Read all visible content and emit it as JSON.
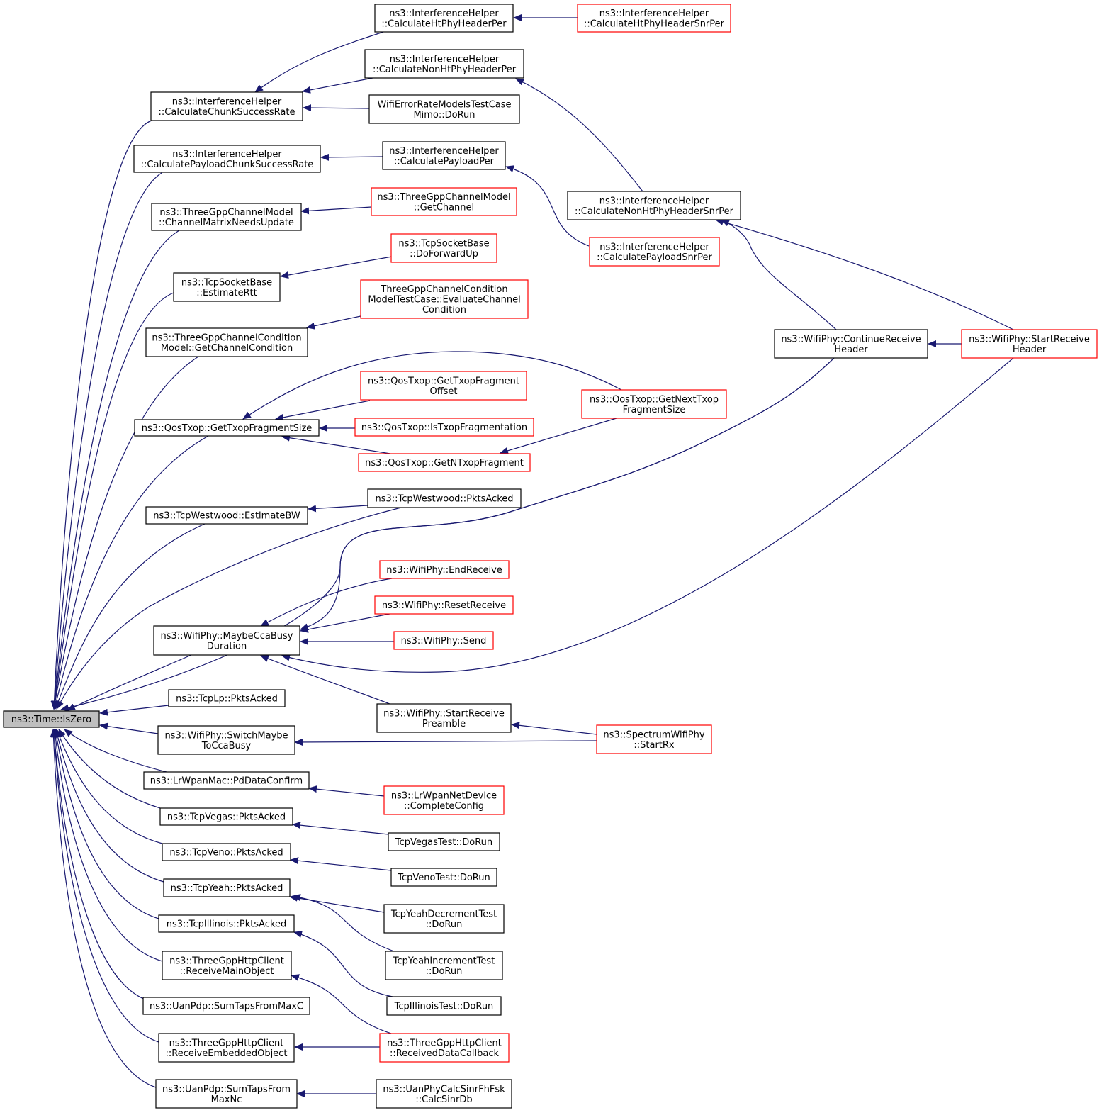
{
  "colors": {
    "edge": "#191970",
    "node_border": "#000000",
    "node_border_truncated": "#ff0000",
    "root_fill": "#bfbfbf",
    "node_fill": "#ffffff",
    "text": "#000000"
  },
  "nodes": [
    {
      "id": "root",
      "lines": [
        "ns3::Time::IsZero"
      ],
      "style": "root"
    },
    {
      "id": "calc_chunk",
      "lines": [
        "ns3::InterferenceHelper",
        "::CalculateChunkSuccessRate"
      ],
      "style": "normal"
    },
    {
      "id": "calc_payload_chunk",
      "lines": [
        "ns3::InterferenceHelper",
        "::CalculatePayloadChunkSuccessRate"
      ],
      "style": "normal"
    },
    {
      "id": "chan_matrix",
      "lines": [
        "ns3::ThreeGppChannelModel",
        "::ChannelMatrixNeedsUpdate"
      ],
      "style": "normal"
    },
    {
      "id": "estimate_rtt",
      "lines": [
        "ns3::TcpSocketBase",
        "::EstimateRtt"
      ],
      "style": "normal"
    },
    {
      "id": "get_chan_cond",
      "lines": [
        "ns3::ThreeGppChannelCondition",
        "Model::GetChannelCondition"
      ],
      "style": "normal"
    },
    {
      "id": "get_txop_frag_size",
      "lines": [
        "ns3::QosTxop::GetTxopFragmentSize"
      ],
      "style": "normal"
    },
    {
      "id": "westwood_estbw",
      "lines": [
        "ns3::TcpWestwood::EstimateBW"
      ],
      "style": "normal"
    },
    {
      "id": "maybe_cca",
      "lines": [
        "ns3::WifiPhy::MaybeCcaBusy",
        "Duration"
      ],
      "style": "normal"
    },
    {
      "id": "tcplp",
      "lines": [
        "ns3::TcpLp::PktsAcked"
      ],
      "style": "normal"
    },
    {
      "id": "switch_maybe",
      "lines": [
        "ns3::WifiPhy::SwitchMaybe",
        "ToCcaBusy"
      ],
      "style": "normal"
    },
    {
      "id": "lrwpan_pd",
      "lines": [
        "ns3::LrWpanMac::PdDataConfirm"
      ],
      "style": "normal"
    },
    {
      "id": "vegas",
      "lines": [
        "ns3::TcpVegas::PktsAcked"
      ],
      "style": "normal"
    },
    {
      "id": "veno",
      "lines": [
        "ns3::TcpVeno::PktsAcked"
      ],
      "style": "normal"
    },
    {
      "id": "yeah",
      "lines": [
        "ns3::TcpYeah::PktsAcked"
      ],
      "style": "normal"
    },
    {
      "id": "illinois",
      "lines": [
        "ns3::TcpIllinois::PktsAcked"
      ],
      "style": "normal"
    },
    {
      "id": "http_main",
      "lines": [
        "ns3::ThreeGppHttpClient",
        "::ReceiveMainObject"
      ],
      "style": "normal"
    },
    {
      "id": "uan_sumtaps",
      "lines": [
        "ns3::UanPdp::SumTapsFromMaxC"
      ],
      "style": "normal"
    },
    {
      "id": "http_embedded",
      "lines": [
        "ns3::ThreeGppHttpClient",
        "::ReceiveEmbeddedObject"
      ],
      "style": "normal"
    },
    {
      "id": "uan_sumtaps_nc",
      "lines": [
        "ns3::UanPdp::SumTapsFrom",
        "MaxNc"
      ],
      "style": "normal"
    },
    {
      "id": "calc_ht_per",
      "lines": [
        "ns3::InterferenceHelper",
        "::CalculateHtPhyHeaderPer"
      ],
      "style": "normal"
    },
    {
      "id": "calc_nonht_per",
      "lines": [
        "ns3::InterferenceHelper",
        "::CalculateNonHtPhyHeaderPer"
      ],
      "style": "normal"
    },
    {
      "id": "wifi_err_mimo",
      "lines": [
        "WifiErrorRateModelsTestCase",
        "Mimo::DoRun"
      ],
      "style": "normal"
    },
    {
      "id": "calc_payload_per",
      "lines": [
        "ns3::InterferenceHelper",
        "::CalculatePayloadPer"
      ],
      "style": "normal"
    },
    {
      "id": "get_channel",
      "lines": [
        "ns3::ThreeGppChannelModel",
        "::GetChannel"
      ],
      "style": "truncated"
    },
    {
      "id": "do_forward_up",
      "lines": [
        "ns3::TcpSocketBase",
        "::DoForwardUp"
      ],
      "style": "truncated"
    },
    {
      "id": "eval_chan_cond",
      "lines": [
        "ThreeGppChannelCondition",
        "ModelTestCase::EvaluateChannel",
        "Condition"
      ],
      "style": "truncated"
    },
    {
      "id": "get_txop_frag_offset",
      "lines": [
        "ns3::QosTxop::GetTxopFragment",
        "Offset"
      ],
      "style": "truncated"
    },
    {
      "id": "is_txop_frag",
      "lines": [
        "ns3::QosTxop::IsTxopFragmentation"
      ],
      "style": "truncated"
    },
    {
      "id": "get_n_txop_frag",
      "lines": [
        "ns3::QosTxop::GetNTxopFragment"
      ],
      "style": "truncated"
    },
    {
      "id": "westwood_pkts",
      "lines": [
        "ns3::TcpWestwood::PktsAcked"
      ],
      "style": "normal"
    },
    {
      "id": "end_receive",
      "lines": [
        "ns3::WifiPhy::EndReceive"
      ],
      "style": "truncated"
    },
    {
      "id": "reset_receive",
      "lines": [
        "ns3::WifiPhy::ResetReceive"
      ],
      "style": "truncated"
    },
    {
      "id": "wifi_send",
      "lines": [
        "ns3::WifiPhy::Send"
      ],
      "style": "truncated"
    },
    {
      "id": "start_rx_preamble",
      "lines": [
        "ns3::WifiPhy::StartReceive",
        "Preamble"
      ],
      "style": "normal"
    },
    {
      "id": "lrwpan_complete",
      "lines": [
        "ns3::LrWpanNetDevice",
        "::CompleteConfig"
      ],
      "style": "truncated"
    },
    {
      "id": "vegas_test",
      "lines": [
        "TcpVegasTest::DoRun"
      ],
      "style": "normal"
    },
    {
      "id": "veno_test",
      "lines": [
        "TcpVenoTest::DoRun"
      ],
      "style": "normal"
    },
    {
      "id": "yeah_dec",
      "lines": [
        "TcpYeahDecrementTest",
        "::DoRun"
      ],
      "style": "normal"
    },
    {
      "id": "yeah_inc",
      "lines": [
        "TcpYeahIncrementTest",
        "::DoRun"
      ],
      "style": "normal"
    },
    {
      "id": "illinois_test",
      "lines": [
        "TcpIllinoisTest::DoRun"
      ],
      "style": "normal"
    },
    {
      "id": "http_data_cb",
      "lines": [
        "ns3::ThreeGppHttpClient",
        "::ReceivedDataCallback"
      ],
      "style": "truncated"
    },
    {
      "id": "uan_calc_sinr",
      "lines": [
        "ns3::UanPhyCalcSinrFhFsk",
        "::CalcSinrDb"
      ],
      "style": "normal"
    },
    {
      "id": "calc_ht_snr",
      "lines": [
        "ns3::InterferenceHelper",
        "::CalculateHtPhyHeaderSnrPer"
      ],
      "style": "truncated"
    },
    {
      "id": "calc_nonht_snr",
      "lines": [
        "ns3::InterferenceHelper",
        "::CalculateNonHtPhyHeaderSnrPer"
      ],
      "style": "normal"
    },
    {
      "id": "calc_payload_snr",
      "lines": [
        "ns3::InterferenceHelper",
        "::CalculatePayloadSnrPer"
      ],
      "style": "truncated"
    },
    {
      "id": "get_next_txop",
      "lines": [
        "ns3::QosTxop::GetNextTxop",
        "FragmentSize"
      ],
      "style": "truncated"
    },
    {
      "id": "spectrum_startrx",
      "lines": [
        "ns3::SpectrumWifiPhy",
        "::StartRx"
      ],
      "style": "truncated"
    },
    {
      "id": "continue_rx",
      "lines": [
        "ns3::WifiPhy::ContinueReceive",
        "Header"
      ],
      "style": "normal"
    },
    {
      "id": "start_rx_header",
      "lines": [
        "ns3::WifiPhy::StartReceive",
        "Header"
      ],
      "style": "truncated"
    }
  ],
  "edges": [
    {
      "from": "calc_chunk",
      "to": "root"
    },
    {
      "from": "calc_payload_chunk",
      "to": "root"
    },
    {
      "from": "chan_matrix",
      "to": "root"
    },
    {
      "from": "estimate_rtt",
      "to": "root"
    },
    {
      "from": "get_chan_cond",
      "to": "root"
    },
    {
      "from": "get_txop_frag_size",
      "to": "root"
    },
    {
      "from": "westwood_estbw",
      "to": "root"
    },
    {
      "from": "westwood_pkts",
      "to": "root"
    },
    {
      "from": "continue_rx",
      "to": "root"
    },
    {
      "from": "maybe_cca",
      "to": "root"
    },
    {
      "from": "tcplp",
      "to": "root"
    },
    {
      "from": "switch_maybe",
      "to": "root"
    },
    {
      "from": "lrwpan_pd",
      "to": "root"
    },
    {
      "from": "vegas",
      "to": "root"
    },
    {
      "from": "veno",
      "to": "root"
    },
    {
      "from": "yeah",
      "to": "root"
    },
    {
      "from": "illinois",
      "to": "root"
    },
    {
      "from": "http_main",
      "to": "root"
    },
    {
      "from": "uan_sumtaps",
      "to": "root"
    },
    {
      "from": "http_embedded",
      "to": "root"
    },
    {
      "from": "uan_sumtaps_nc",
      "to": "root"
    },
    {
      "from": "calc_ht_per",
      "to": "calc_chunk"
    },
    {
      "from": "calc_nonht_per",
      "to": "calc_chunk"
    },
    {
      "from": "wifi_err_mimo",
      "to": "calc_chunk"
    },
    {
      "from": "calc_ht_snr",
      "to": "calc_ht_per"
    },
    {
      "from": "calc_nonht_snr",
      "to": "calc_nonht_per"
    },
    {
      "from": "calc_payload_per",
      "to": "calc_payload_chunk"
    },
    {
      "from": "calc_payload_snr",
      "to": "calc_payload_per"
    },
    {
      "from": "get_channel",
      "to": "chan_matrix"
    },
    {
      "from": "do_forward_up",
      "to": "estimate_rtt"
    },
    {
      "from": "eval_chan_cond",
      "to": "get_chan_cond"
    },
    {
      "from": "get_next_txop",
      "to": "get_txop_frag_size"
    },
    {
      "from": "get_txop_frag_offset",
      "to": "get_txop_frag_size"
    },
    {
      "from": "is_txop_frag",
      "to": "get_txop_frag_size"
    },
    {
      "from": "get_n_txop_frag",
      "to": "get_txop_frag_size"
    },
    {
      "from": "get_next_txop",
      "to": "get_n_txop_frag"
    },
    {
      "from": "westwood_pkts",
      "to": "westwood_estbw"
    },
    {
      "from": "end_receive",
      "to": "maybe_cca"
    },
    {
      "from": "continue_rx",
      "to": "maybe_cca"
    },
    {
      "from": "reset_receive",
      "to": "maybe_cca"
    },
    {
      "from": "wifi_send",
      "to": "maybe_cca"
    },
    {
      "from": "start_rx_header",
      "to": "maybe_cca"
    },
    {
      "from": "start_rx_preamble",
      "to": "maybe_cca"
    },
    {
      "from": "spectrum_startrx",
      "to": "start_rx_preamble"
    },
    {
      "from": "spectrum_startrx",
      "to": "switch_maybe"
    },
    {
      "from": "continue_rx",
      "to": "calc_nonht_snr"
    },
    {
      "from": "start_rx_header",
      "to": "calc_nonht_snr"
    },
    {
      "from": "start_rx_header",
      "to": "continue_rx"
    },
    {
      "from": "lrwpan_complete",
      "to": "lrwpan_pd"
    },
    {
      "from": "vegas_test",
      "to": "vegas"
    },
    {
      "from": "veno_test",
      "to": "veno"
    },
    {
      "from": "yeah_dec",
      "to": "yeah"
    },
    {
      "from": "yeah_inc",
      "to": "yeah"
    },
    {
      "from": "illinois_test",
      "to": "illinois"
    },
    {
      "from": "http_data_cb",
      "to": "http_main"
    },
    {
      "from": "http_data_cb",
      "to": "http_embedded"
    },
    {
      "from": "uan_calc_sinr",
      "to": "uan_sumtaps_nc"
    }
  ]
}
